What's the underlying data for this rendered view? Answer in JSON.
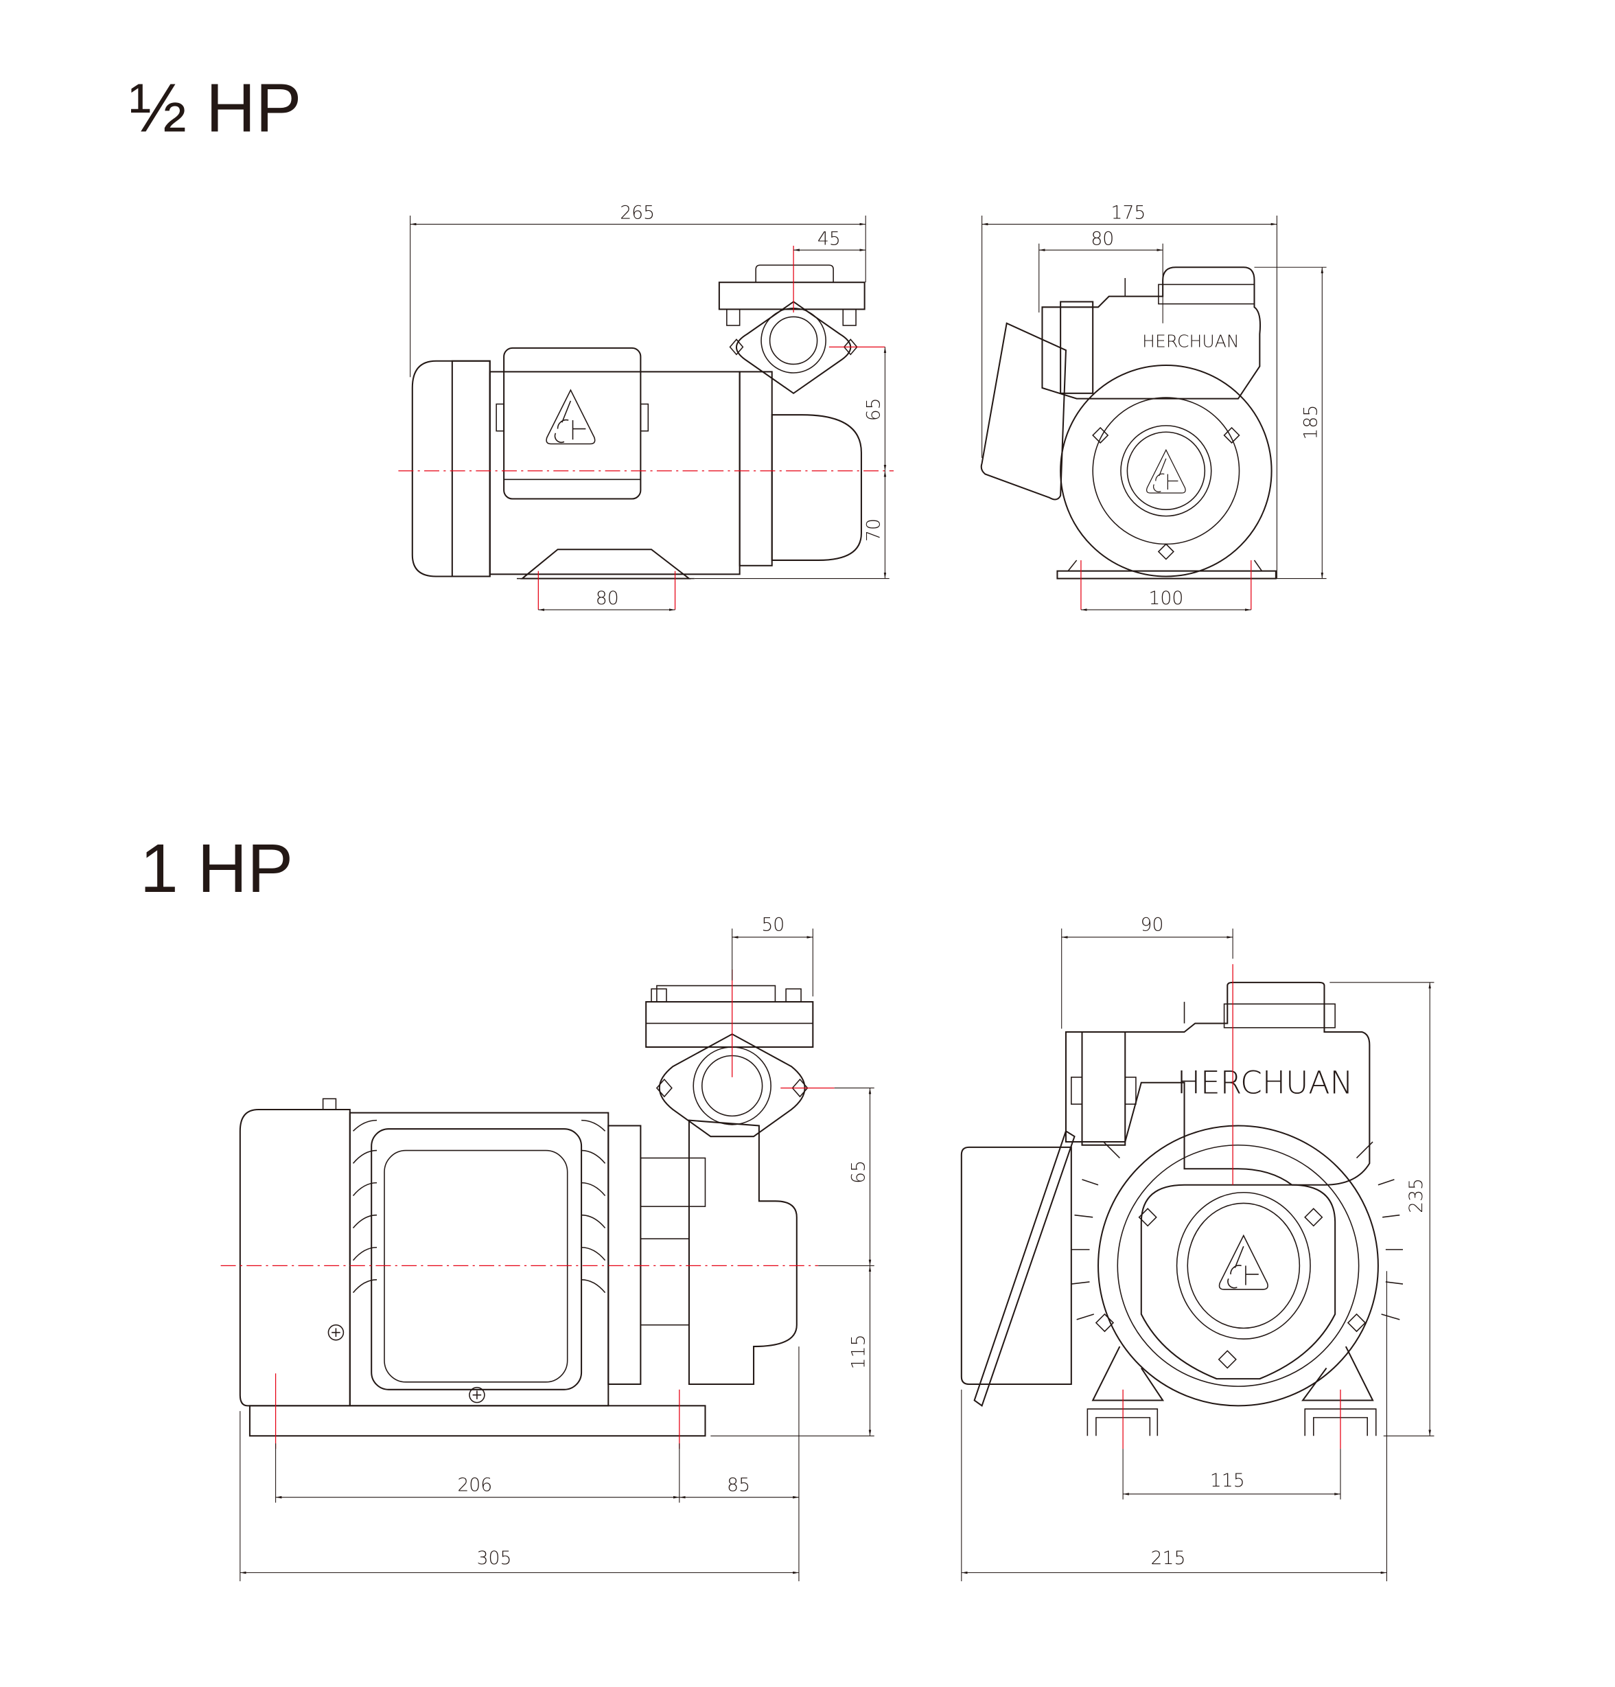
{
  "sections": [
    {
      "title": "½ HP",
      "side_view": {
        "overall_length": "265",
        "outlet_offset": "45",
        "outlet_height": "65",
        "shaft_height": "70",
        "foot_spacing": "80"
      },
      "front_view": {
        "overall_width": "175",
        "outlet_offset": "80",
        "overall_height": "185",
        "foot_spacing": "100",
        "brand": "HERCHUAN"
      }
    },
    {
      "title": "1 HP",
      "side_view": {
        "outlet_offset": "50",
        "outlet_height": "65",
        "shaft_height": "115",
        "foot_spacing": "206",
        "foot_to_end": "85",
        "overall_length": "305"
      },
      "front_view": {
        "outlet_offset": "90",
        "overall_height": "235",
        "foot_spacing": "115",
        "overall_width": "215",
        "brand": "HERCHUAN"
      }
    }
  ],
  "colors": {
    "line": "#231815",
    "centerline": "#e60012"
  }
}
